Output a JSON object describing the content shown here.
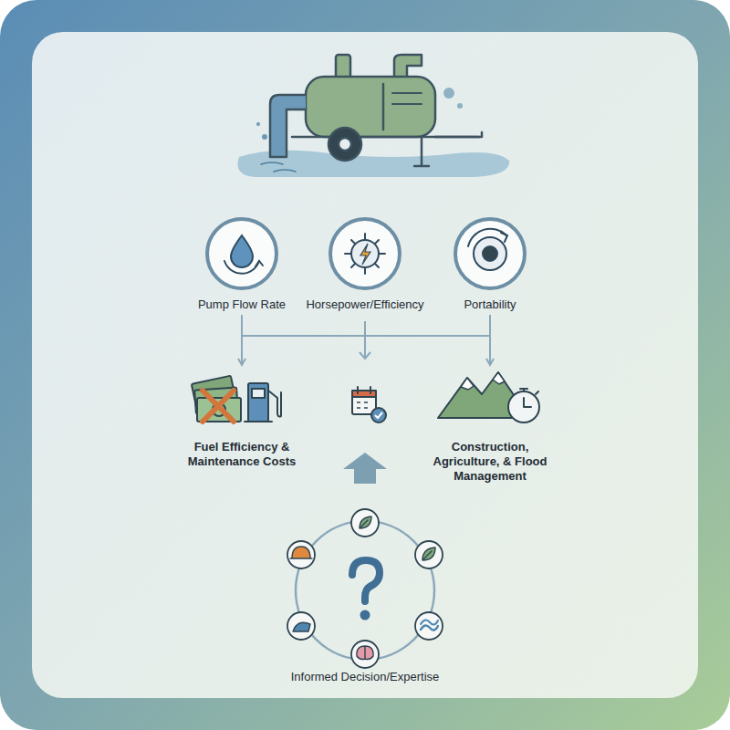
{
  "diagram": {
    "nodes": [
      {
        "text": [
          "Pump Flow Rate"
        ]
      },
      {
        "text": [
          "Horsepower/Efficiency"
        ]
      },
      {
        "text": [
          "Portability"
        ]
      },
      {
        "text": [
          "Fuel Efficiency & Maintenance Costs"
        ]
      },
      {
        "text": [
          "Construction, Agriculture, & Flood Management"
        ]
      },
      {
        "text": [
          "Informed Decision/Expertise"
        ]
      }
    ],
    "edges": [
      {
        "from": 0,
        "to": 3,
        "arrow": "to"
      },
      {
        "from": 2,
        "to": 4,
        "arrow": "to"
      }
    ]
  }
}
